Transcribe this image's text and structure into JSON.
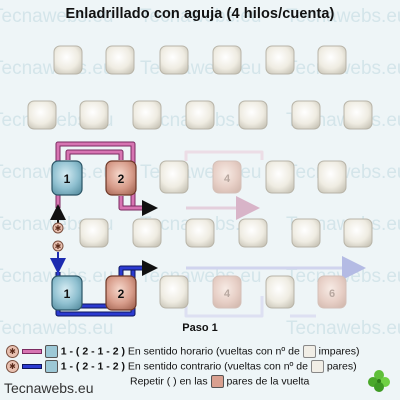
{
  "title": "Enladrillado con aguja (4 hilos/cuenta)",
  "watermark_text": "Tecnawebs.eu",
  "step_label": "Paso 1",
  "bead_labels": [
    "1",
    "2",
    "4",
    "6"
  ],
  "legend": {
    "line1_sequence": "1 - ( 2 - 1 - 2 )",
    "line1_text_a": "En sentido horario (vueltas con nº de",
    "line1_text_b": "impares)",
    "line2_sequence": "1 - ( 2 - 1 - 2 )",
    "line2_text_a": "En sentido contrario (vueltas con nº de",
    "line2_text_b": "pares)",
    "line3_text_a": "Repetir ( ) en las",
    "line3_text_b": "pares de la vuelta"
  },
  "footer_text": "Tecnawebs.eu",
  "colors": {
    "thread_pink": "#c0569a",
    "thread_blue": "#1c2bb0",
    "bead_blue": "#9cc8d6",
    "bead_red": "#d9a090",
    "bead_white": "#f1eee6"
  }
}
